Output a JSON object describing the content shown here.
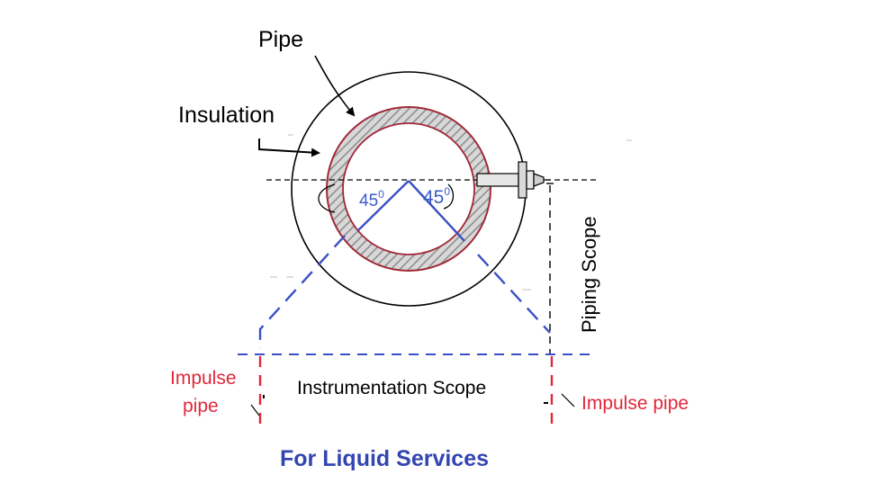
{
  "labels": {
    "pipe": "Pipe",
    "insulation": "Insulation",
    "angle_left": "45",
    "angle_right": "45",
    "angle_unit": "0",
    "piping_scope": "Piping Scope",
    "instrumentation_scope": "Instrumentation Scope",
    "impulse_pipe_left_line1": "Impulse",
    "impulse_pipe_left_line2": "pipe",
    "impulse_pipe_right": "Impulse pipe",
    "caption": "For Liquid Services"
  },
  "colors": {
    "outline": "#000000",
    "pipe_wall": "#a0293a",
    "hatch": "#9a9a9a",
    "angle_text": "#3a5bc7",
    "dash_blue": "#3a4fc4",
    "impulse_red": "#e0283a",
    "caption_blue": "#3346b0"
  }
}
